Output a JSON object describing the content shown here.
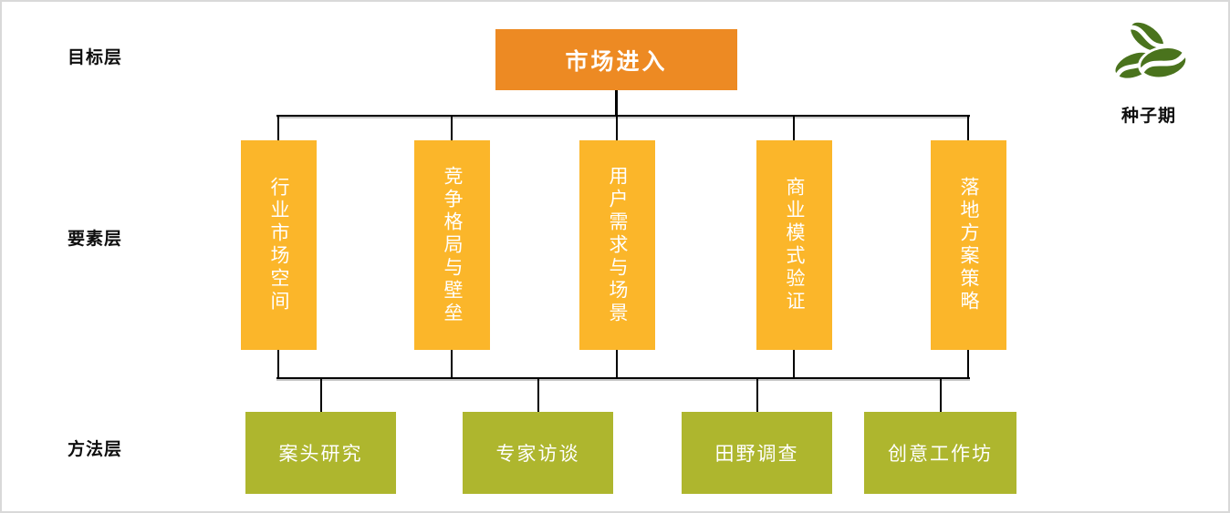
{
  "layer_labels": {
    "goal": "目标层",
    "element": "要素层",
    "method": "方法层"
  },
  "goal_box": {
    "label": "市场进入"
  },
  "element_boxes": [
    {
      "label": "行业市场空间"
    },
    {
      "label": "竞争格局与壁垒"
    },
    {
      "label": "用户需求与场景"
    },
    {
      "label": "商业模式验证"
    },
    {
      "label": "落地方案策略"
    }
  ],
  "method_boxes": [
    {
      "label": "案头研究"
    },
    {
      "label": "专家访谈"
    },
    {
      "label": "田野调查"
    },
    {
      "label": "创意工作坊"
    }
  ],
  "stage": {
    "label": "种子期",
    "icon": "seeds-icon"
  },
  "colors": {
    "goal_box": "#ED8A23",
    "element_box": "#FBB62A",
    "method_box": "#AEB62E",
    "seed_icon": "#4A731D",
    "connector": "#000000",
    "canvas_border": "#D9D9D9",
    "text_on_boxes": "#FFFFFF",
    "text_labels": "#0F0F0F"
  }
}
